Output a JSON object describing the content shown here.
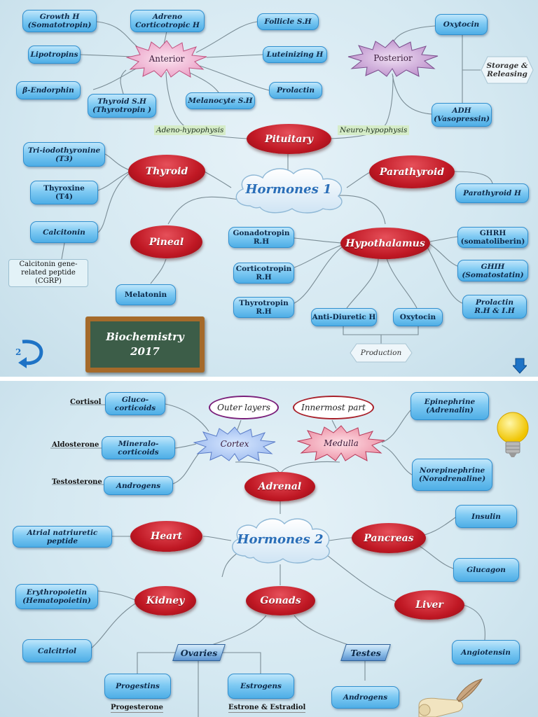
{
  "hormones1": {
    "title": "Hormones 1",
    "pituitary": "Pituitary",
    "anterior": "Anterior",
    "posterior": "Posterior",
    "adeno_tag": "Adeno-hypophysis",
    "neuro_tag": "Neuro-hypophysis",
    "anterior_items": {
      "growth": [
        "Growth H",
        "(Somatotropin)"
      ],
      "adreno": [
        "Adreno",
        "Corticotropic H"
      ],
      "follicle": "Follicle S.H",
      "lipotropins": "Lipotropins",
      "luteinizing": "Luteinizing H",
      "endorphin": "β-Endorphin",
      "thyroid_sh": [
        "Thyroid S.H",
        "(Thyrotropin )"
      ],
      "melanocyte": "Melanocyte S.H",
      "prolactin": "Prolactin"
    },
    "posterior_items": {
      "oxytocin": "Oxytocin",
      "adh": [
        "ADH",
        "(Vasopressin)"
      ],
      "storage": [
        "Storage &",
        "Releasing"
      ]
    },
    "thyroid": "Thyroid",
    "thyroid_items": {
      "t3": [
        "Tri-iodothyronine",
        "(T3)"
      ],
      "t4": [
        "Thyroxine",
        "(T4)"
      ],
      "calcitonin": "Calcitonin",
      "cgrp": [
        "Calcitonin gene-",
        "related peptide",
        "(CGRP)"
      ]
    },
    "parathyroid": "Parathyroid",
    "parathyroid_h": "Parathyroid  H",
    "pineal": "Pineal",
    "melatonin": "Melatonin",
    "hypothalamus": "Hypothalamus",
    "hypo_left": {
      "gnrh": [
        "Gonadotropin",
        "R.H"
      ],
      "crh": [
        "Corticotropin",
        "R.H"
      ],
      "trh": [
        "Thyrotropin",
        "R.H"
      ]
    },
    "hypo_bottom": {
      "adh": "Anti-Diuretic H",
      "oxytocin": "Oxytocin",
      "production": "Production"
    },
    "hypo_right": {
      "ghrh": [
        "GHRH",
        "(somatoliberin)"
      ],
      "ghih": [
        "GHIH",
        "(Somatostatin)"
      ],
      "prolactin": [
        "Prolactin",
        "R.H & I.H"
      ]
    },
    "board": [
      "Biochemistry",
      "2017"
    ],
    "page_number": "2"
  },
  "hormones2": {
    "title": "Hormones 2",
    "adrenal": "Adrenal",
    "cortex": "Cortex",
    "medulla": "Medulla",
    "outer_bubble": "Outer layers",
    "inner_bubble": "Innermost part",
    "cortex_items": {
      "gluco": [
        "Gluco-",
        "corticoids"
      ],
      "mineralo": [
        "Mineralo-",
        "corticoids"
      ],
      "androgens": "Androgens"
    },
    "cortex_examples": {
      "cortisol": "Cortisol",
      "aldosterone": "Aldosterone",
      "testosterone": "Testosterone"
    },
    "medulla_items": {
      "epinephrine": [
        "Epinephrine",
        "(Adrenalin)"
      ],
      "norepinephrine": [
        "Norepinephrine",
        "(Noradrenaline)"
      ]
    },
    "heart": "Heart",
    "anp": "Atrial natriuretic peptide",
    "pancreas": "Pancreas",
    "insulin": "Insulin",
    "glucagon": "Glucagon",
    "kidney": "Kidney",
    "epo": [
      "Erythropoietin",
      "(Hematopoietin)"
    ],
    "calcitriol": "Calcitriol",
    "gonads": "Gonads",
    "ovaries": "Ovaries",
    "testes": "Testes",
    "progestins": "Progestins",
    "estrogens": "Estrogens",
    "androgens_testes": "Androgens",
    "progesterone": "Progesterone",
    "estrone": "Estrone & Estradiol",
    "liver": "Liver",
    "angiotensin": "Angiotensin"
  },
  "icons": [
    "loop-arrow-icon",
    "down-arrow-icon",
    "light-bulb-icon",
    "quill-scroll-icon"
  ],
  "colors": {
    "node_red": "#c01824",
    "box_blue": "#5ab4ea",
    "cloud_text": "#2a6eb8",
    "tag_green": "#d5ecc8"
  }
}
